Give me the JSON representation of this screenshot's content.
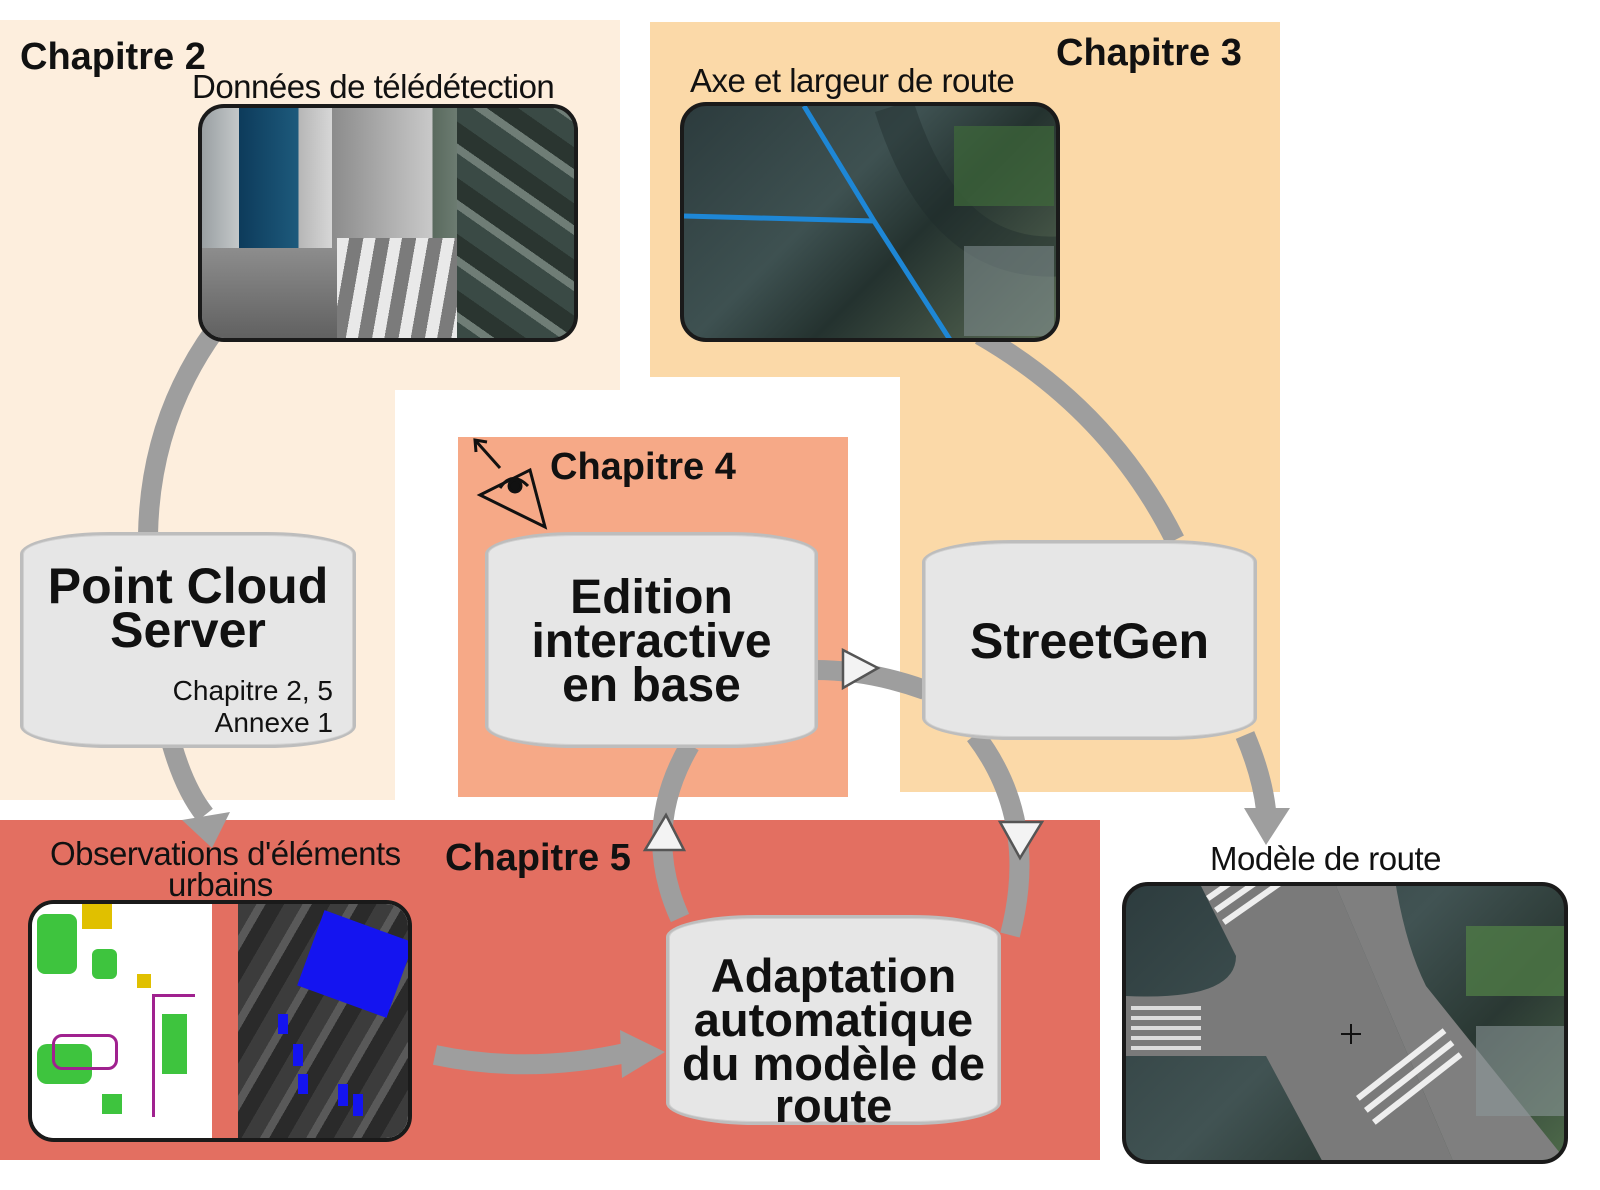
{
  "chapters": {
    "ch2": "Chapitre 2",
    "ch3": "Chapitre 3",
    "ch4": "Chapitre 4",
    "ch5": "Chapitre 5"
  },
  "captions": {
    "remote_sensing": "Données de télédétection",
    "road_axis": "Axe et largeur de route",
    "observations_line1": "Observations d'éléments",
    "observations_line2": "urbains",
    "road_model": "Modèle de route"
  },
  "nodes": {
    "pcs": {
      "title_line1": "Point Cloud",
      "title_line2": "Server",
      "ref_line1": "Chapitre 2, 5",
      "ref_line2": "Annexe 1"
    },
    "edition": {
      "line1": "Edition",
      "line2": "interactive",
      "line3": "en base"
    },
    "streetgen": {
      "title": "StreetGen"
    },
    "adaptation": {
      "line1": "Adaptation",
      "line2": "automatique",
      "line3": "du modèle de",
      "line4": "route"
    }
  },
  "ellipsis": "...",
  "colors": {
    "ch2_bg": "#fdeedd",
    "ch3_bg": "#fbd9a8",
    "ch4_bg": "#f6a987",
    "ch5_bg": "#e36f61",
    "arrow": "#9e9e9e",
    "db_fill": "#e6e6e6"
  }
}
